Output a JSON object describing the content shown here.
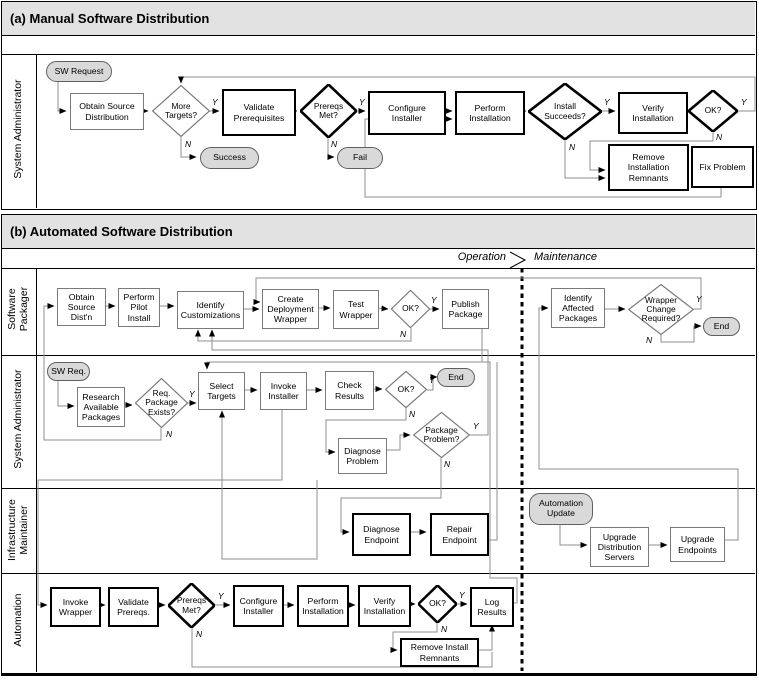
{
  "labels": {
    "yes": "Y",
    "no": "N"
  },
  "section_a": {
    "title": "(a) Manual Software Distribution",
    "lane": "System Administrator",
    "nodes": {
      "sw_request": "SW Request",
      "obtain_source": "Obtain Source\nDistribution",
      "more_targets": "More\nTargets?",
      "success": "Success",
      "validate_prereq": "Validate\nPrerequisites",
      "prereqs_met": "Prereqs\nMet?",
      "fail": "Fail",
      "configure_installer": "Configure\nInstaller",
      "perform_install": "Perform\nInstallation",
      "install_succeeds": "Install\nSucceeds?",
      "verify_install": "Verify\nInstallation",
      "ok": "OK?",
      "remove_remnants": "Remove\nInstallation\nRemnants",
      "fix_problem": "Fix Problem"
    }
  },
  "section_b": {
    "title": "(b) Automated Software Distribution",
    "phases": {
      "operation": "Operation",
      "maintenance": "Maintenance"
    },
    "lanes": {
      "packager": "Software\nPackager",
      "sysadmin": "System Administrator",
      "infra": "Infrastructure\nMaintainer",
      "automation": "Automation"
    },
    "packager": {
      "obtain_source": "Obtain\nSource\nDist'n",
      "pilot_install": "Perform\nPilot\nInstall",
      "identify_customizations": "Identify\nCustomizations",
      "create_wrapper": "Create\nDeployment\nWrapper",
      "test_wrapper": "Test\nWrapper",
      "ok": "OK?",
      "publish": "Publish\nPackage",
      "identify_affected": "Identify\nAffected\nPackages",
      "wrapper_change": "Wrapper\nChange\nRequired?",
      "end": "End"
    },
    "sysadmin": {
      "sw_req": "SW Req.",
      "research": "Research\nAvailable\nPackages",
      "pkg_exists": "Req.\nPackage\nExists?",
      "select_targets": "Select\nTargets",
      "invoke_installer": "Invoke\nInstaller",
      "check_results": "Check\nResults",
      "ok": "OK?",
      "end": "End",
      "diagnose_problem": "Diagnose\nProblem",
      "package_problem": "Package\nProblem?"
    },
    "infra": {
      "diagnose_endpoint": "Diagnose\nEndpoint",
      "repair_endpoint": "Repair\nEndpoint",
      "automation_update": "Automation\nUpdate",
      "upgrade_servers": "Upgrade\nDistribution\nServers",
      "upgrade_endpoints": "Upgrade\nEndpoints"
    },
    "automation": {
      "invoke_wrapper": "Invoke\nWrapper",
      "validate_prereqs": "Validate\nPrereqs.",
      "prereqs_met": "Prereqs\nMet?",
      "configure_installer": "Configure\nInstaller",
      "perform_install": "Perform\nInstallation",
      "verify_install": "Verify\nInstallation",
      "ok": "OK?",
      "log_results": "Log\nResults",
      "remove_remnants": "Remove Install\nRemnants"
    }
  }
}
